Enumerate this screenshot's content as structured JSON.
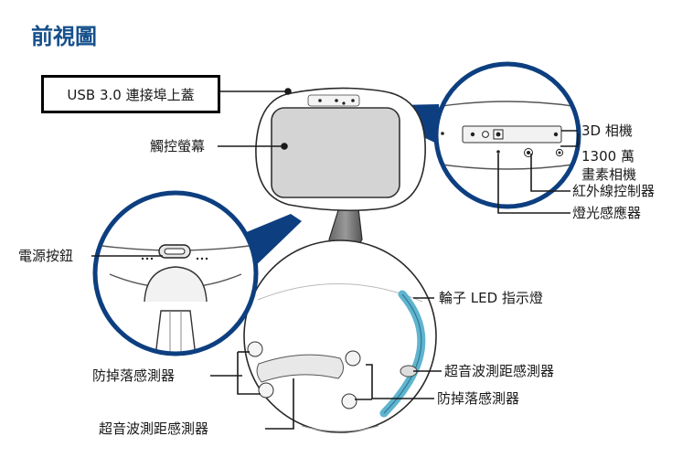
{
  "title": "前視圖",
  "labels": {
    "usb_cover": "USB 3.0 連接埠上蓋",
    "touch_screen": "觸控螢幕",
    "camera_3d": "3D 相機",
    "camera_13mp_line1": "1300 萬",
    "camera_13mp_line2": "畫素相機",
    "ir_controller": "紅外線控制器",
    "light_sensor": "燈光感應器",
    "power_button": "電源按鈕",
    "wheel_led": "輪子 LED 指示燈",
    "drop_sensor_left": "防掉落感測器",
    "ultrasonic_right": "超音波測距感測器",
    "drop_sensor_right": "防掉落感測器",
    "ultrasonic_bottom": "超音波測距感測器"
  },
  "colors": {
    "callout_blue": "#0d3f80",
    "title_blue": "#16508c",
    "wheel_led_teal": "#5fb4cf",
    "outline": "#2a2a2a"
  }
}
